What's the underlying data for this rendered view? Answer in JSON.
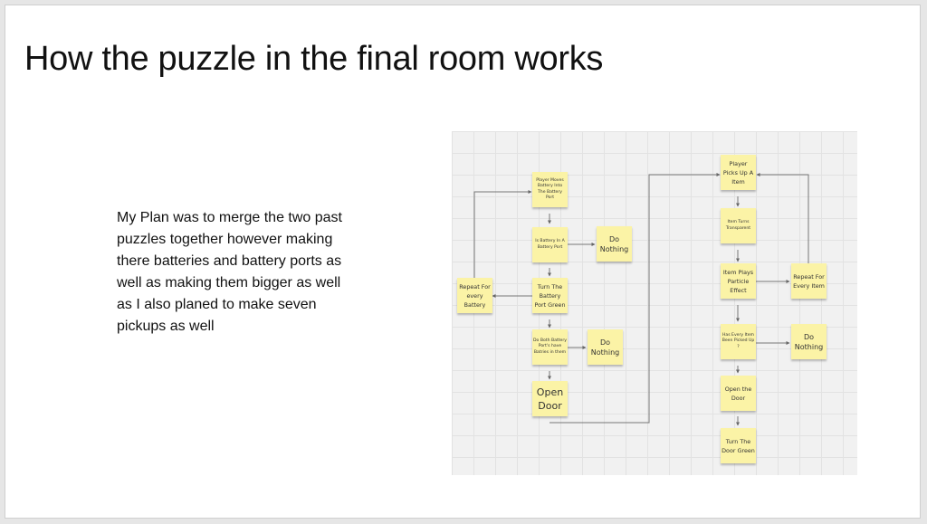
{
  "slide": {
    "title": "How the puzzle in the final room works",
    "body": "My Plan was to merge the two past puzzles together however making there batteries and battery ports as well as making them bigger as well as I also planed to make seven pickups as well"
  },
  "diagram": {
    "battery_flow": {
      "player_moves": "Player Moves Battery Into The Battery Port",
      "is_battery": "Is Battery In A Battery Port",
      "do_nothing_1": "Do Nothing",
      "repeat": "Repeat For every Battery",
      "turn_green": "Turn The Battery Port Green",
      "do_both": "Do Both Battery Port's have Batries in them",
      "do_nothing_2": "Do Nothing",
      "open_door": "Open Door"
    },
    "item_flow": {
      "picks_up": "Player Picks Up A Item",
      "transparent": "Item Turns Transparent",
      "particle": "Item Plays Particle Effect",
      "repeat": "Repeat For Every Item",
      "has_every": "Has Every Item Been Picked Up ?",
      "do_nothing": "Do Nothing",
      "open_door": "Open the Door",
      "turn_green": "Turn The Door Green"
    }
  }
}
